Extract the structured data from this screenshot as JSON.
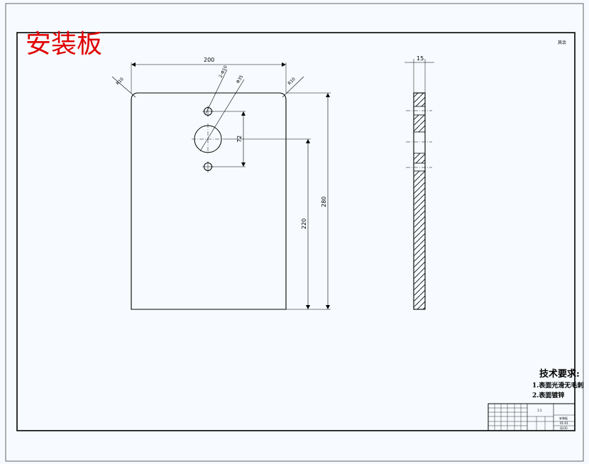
{
  "drawing": {
    "title": "安装板",
    "corner_note": "其余",
    "front_view": {
      "dim_width": "200",
      "dim_height_total": "280",
      "dim_height_center": "220",
      "dim_hole_spacing": "72",
      "dim_big_hole": "Φ35",
      "dim_small_holes": "2-Φ10",
      "dim_corner_left": "R10",
      "dim_corner_right": "R10"
    },
    "side_view": {
      "dim_thickness": "15"
    },
    "tech_requirements": {
      "title": "技术要求:",
      "items": [
        "1.表面光滑无毛刺",
        "2.表面镀锌"
      ]
    },
    "title_block": {
      "scale": "1:1",
      "part_name": "安装板",
      "drawing_no": "01-01",
      "material": "Q235"
    }
  }
}
